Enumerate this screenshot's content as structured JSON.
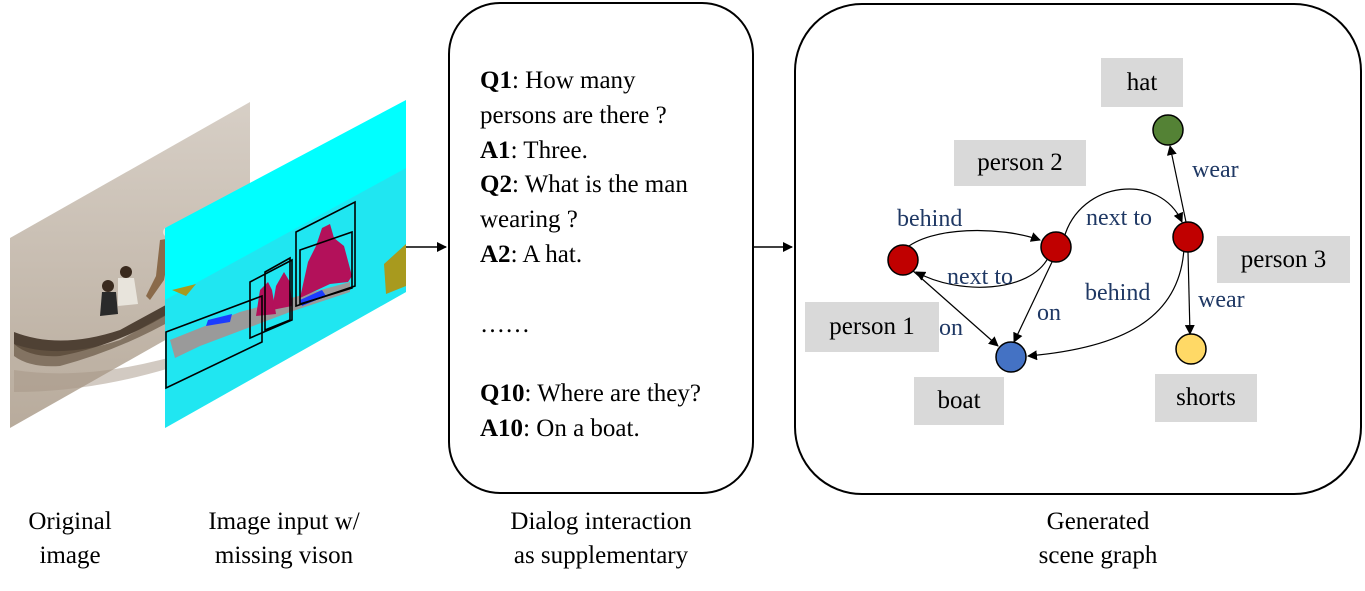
{
  "captions": {
    "original": [
      "Original",
      "image"
    ],
    "input": [
      "Image input w/",
      "missing vison"
    ],
    "dialog": [
      "Dialog interaction",
      "as supplementary"
    ],
    "graph": [
      "Generated",
      "scene graph"
    ]
  },
  "dialog": {
    "lines": [
      {
        "bold": "Q1",
        "text": ": How many"
      },
      {
        "bold": "",
        "text": "persons are there ?"
      },
      {
        "bold": "A1",
        "text": ": Three."
      },
      {
        "bold": "Q2",
        "text": ": What is the man"
      },
      {
        "bold": "",
        "text": "wearing ?"
      },
      {
        "bold": "A2",
        "text": ": A hat."
      },
      {
        "bold": "",
        "text": ""
      },
      {
        "bold": "",
        "text": "……"
      },
      {
        "bold": "",
        "text": ""
      },
      {
        "bold": "Q10",
        "text": ": Where are they?"
      },
      {
        "bold": "A10",
        "text": ": On a boat."
      }
    ]
  },
  "scene_graph": {
    "nodes": [
      {
        "id": "person1",
        "label": "person 1",
        "color": "#c00000"
      },
      {
        "id": "person2",
        "label": "person 2",
        "color": "#c00000"
      },
      {
        "id": "person3",
        "label": "person 3",
        "color": "#c00000"
      },
      {
        "id": "hat",
        "label": "hat",
        "color": "#548235"
      },
      {
        "id": "boat",
        "label": "boat",
        "color": "#4472c4"
      },
      {
        "id": "shorts",
        "label": "shorts",
        "color": "#ffd966"
      }
    ],
    "edges": [
      {
        "from": "person1",
        "to": "person2",
        "label": "behind"
      },
      {
        "from": "person2",
        "to": "person1",
        "label": "next to"
      },
      {
        "from": "person1",
        "to": "boat",
        "label": "on"
      },
      {
        "from": "person2",
        "to": "boat",
        "label": "on"
      },
      {
        "from": "person2",
        "to": "person3",
        "label": "next to"
      },
      {
        "from": "person3",
        "to": "boat",
        "label": "behind"
      },
      {
        "from": "person3",
        "to": "hat",
        "label": "wear"
      },
      {
        "from": "person3",
        "to": "shorts",
        "label": "wear"
      }
    ],
    "edge_label_color": "#1f3864",
    "label_bg": "#d9d9d9"
  },
  "panels": {
    "photo_colors": {
      "water": "#c9beb1",
      "boat": "#5a4a3a"
    },
    "segmentation_colors": {
      "background": "#00ffff",
      "water_light": "#3ad1e6",
      "person": "#b3115a",
      "boat": "#9a9a9a",
      "blue": "#1b3cff",
      "olive": "#a89a1e"
    }
  }
}
